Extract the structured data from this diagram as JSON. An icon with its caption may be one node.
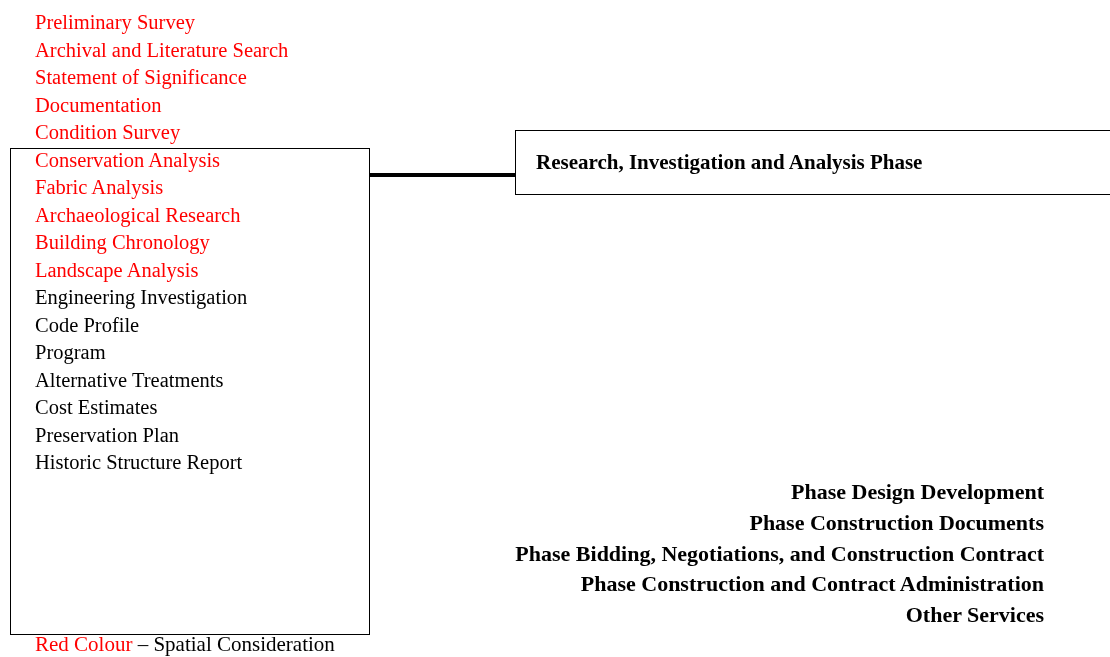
{
  "diagram": {
    "nodes": [
      {
        "text": [
          "Preliminary Survey",
          "Archival and Literature Search",
          "Statement of Significance",
          "Documentation",
          "Condition Survey",
          "Conservation Analysis",
          "Fabric Analysis",
          "Archaeological Research",
          "Building Chronology",
          "Landscape Analysis",
          "Engineering Investigation",
          "Code Profile",
          "Program",
          "Alternative Treatments",
          "Cost Estimates",
          "Preservation Plan",
          "Historic Structure Report"
        ]
      },
      {
        "text": [
          "Research, Investigation and Analysis Phase"
        ]
      }
    ],
    "edges": [
      {
        "from": 0,
        "to": 1,
        "arrow": "none"
      }
    ],
    "labels": [
      "Phase Design Development",
      "Phase Construction Documents",
      "Phase Bidding, Negotiations, and Construction Contract",
      "Phase Construction and Contract Administration",
      "Other Services"
    ],
    "legend": [
      {
        "text": "Red Colour – Spatial Consideration",
        "color": "#ff0000"
      }
    ]
  }
}
